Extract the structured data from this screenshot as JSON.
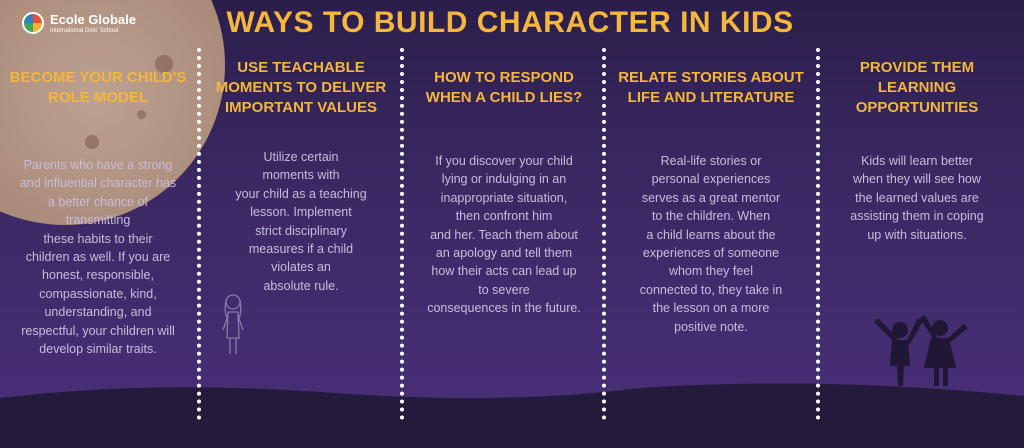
{
  "logo": {
    "name": "Ecole Globale",
    "subtitle": "International Girls' School"
  },
  "title": "WAYS TO BUILD CHARACTER IN KIDS",
  "columns": [
    {
      "title": "BECOME YOUR CHILD'S\nROLE MODEL",
      "body": "Parents who have a strong\nand influential character has\na better chance of\ntransmitting\nthese habits to their\nchildren as well. If you are\nhonest, responsible,\ncompassionate, kind,\nunderstanding, and\nrespectful, your children will\ndevelop similar traits."
    },
    {
      "title": "USE TEACHABLE\nMOMENTS TO DELIVER\nIMPORTANT VALUES",
      "body": "Utilize certain\nmoments with\nyour child as a teaching\nlesson. Implement\nstrict disciplinary\nmeasures if a child\nviolates an\nabsolute rule."
    },
    {
      "title": "HOW TO RESPOND\nWHEN A CHILD LIES?",
      "body": "If you discover your child\nlying or indulging in an\ninappropriate situation,\nthen confront him\nand her. Teach them about\nan apology and tell them\nhow their acts can lead up\nto severe\nconsequences in the future."
    },
    {
      "title": "RELATE STORIES ABOUT\nLIFE AND LITERATURE",
      "body": "Real-life stories or\npersonal experiences\nserves as a great mentor\nto the children. When\na child learns about the\nexperiences of someone\nwhom they feel\nconnected to, they take in\nthe lesson on a more\npositive note."
    },
    {
      "title": "PROVIDE THEM\nLEARNING\nOPPORTUNITIES",
      "body": "Kids will learn better\nwhen they will see how\nthe learned values are\nassisting them in coping\nup with situations."
    }
  ],
  "colors": {
    "accent": "#f4b63c",
    "body_text": "#c8bcdc",
    "background": "#3b2862",
    "moon": "#a88876",
    "ground": "#231a3a"
  },
  "icons": [
    "moon-illustration",
    "girl-illustration",
    "kids-celebrating-illustration",
    "school-logo-icon"
  ]
}
